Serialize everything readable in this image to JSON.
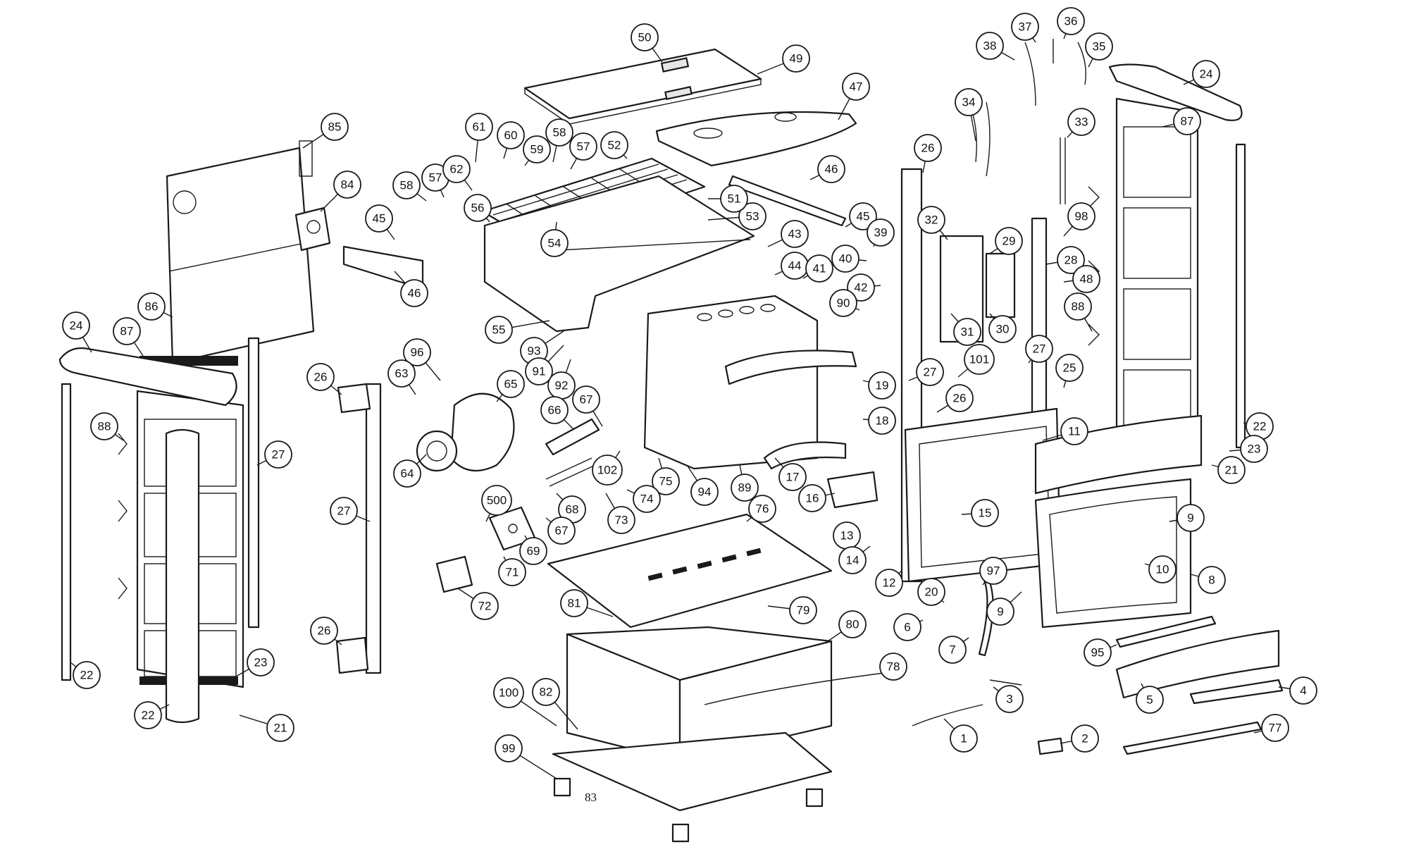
{
  "diagram": {
    "type": "exploded-parts-diagram",
    "callouts": [
      {
        "id": "c50",
        "label": "50"
      },
      {
        "id": "c49",
        "label": "49"
      },
      {
        "id": "c47",
        "label": "47"
      },
      {
        "id": "c85",
        "label": "85"
      },
      {
        "id": "c84",
        "label": "84"
      },
      {
        "id": "c86",
        "label": "86"
      },
      {
        "id": "c24a",
        "label": "24"
      },
      {
        "id": "c87a",
        "label": "87"
      },
      {
        "id": "c88a",
        "label": "88"
      },
      {
        "id": "c27a",
        "label": "27"
      },
      {
        "id": "c22a",
        "label": "22"
      },
      {
        "id": "c22b",
        "label": "22"
      },
      {
        "id": "c23a",
        "label": "23"
      },
      {
        "id": "c21a",
        "label": "21"
      },
      {
        "id": "c26a",
        "label": "26"
      },
      {
        "id": "c27b",
        "label": "27"
      },
      {
        "id": "c26b",
        "label": "26"
      },
      {
        "id": "c45a",
        "label": "45"
      },
      {
        "id": "c46a",
        "label": "46"
      },
      {
        "id": "c58a",
        "label": "58"
      },
      {
        "id": "c57a",
        "label": "57"
      },
      {
        "id": "c62",
        "label": "62"
      },
      {
        "id": "c61",
        "label": "61"
      },
      {
        "id": "c60",
        "label": "60"
      },
      {
        "id": "c59",
        "label": "59"
      },
      {
        "id": "c58b",
        "label": "58"
      },
      {
        "id": "c57b",
        "label": "57"
      },
      {
        "id": "c52",
        "label": "52"
      },
      {
        "id": "c56",
        "label": "56"
      },
      {
        "id": "c54",
        "label": "54"
      },
      {
        "id": "c53",
        "label": "53"
      },
      {
        "id": "c51",
        "label": "51"
      },
      {
        "id": "c46b",
        "label": "46"
      },
      {
        "id": "c45b",
        "label": "45"
      },
      {
        "id": "c43",
        "label": "43"
      },
      {
        "id": "c44",
        "label": "44"
      },
      {
        "id": "c41",
        "label": "41"
      },
      {
        "id": "c40",
        "label": "40"
      },
      {
        "id": "c39",
        "label": "39"
      },
      {
        "id": "c42",
        "label": "42"
      },
      {
        "id": "c90",
        "label": "90"
      },
      {
        "id": "c55",
        "label": "55"
      },
      {
        "id": "c93",
        "label": "93"
      },
      {
        "id": "c91",
        "label": "91"
      },
      {
        "id": "c92",
        "label": "92"
      },
      {
        "id": "c96",
        "label": "96"
      },
      {
        "id": "c63",
        "label": "63"
      },
      {
        "id": "c65",
        "label": "65"
      },
      {
        "id": "c67a",
        "label": "67"
      },
      {
        "id": "c66",
        "label": "66"
      },
      {
        "id": "c64",
        "label": "64"
      },
      {
        "id": "c102",
        "label": "102"
      },
      {
        "id": "c75",
        "label": "75"
      },
      {
        "id": "c94",
        "label": "94"
      },
      {
        "id": "c89",
        "label": "89"
      },
      {
        "id": "c17",
        "label": "17"
      },
      {
        "id": "c500",
        "label": "500"
      },
      {
        "id": "c68",
        "label": "68"
      },
      {
        "id": "c74",
        "label": "74"
      },
      {
        "id": "c73",
        "label": "73"
      },
      {
        "id": "c67b",
        "label": "67"
      },
      {
        "id": "c69",
        "label": "69"
      },
      {
        "id": "c71",
        "label": "71"
      },
      {
        "id": "c72",
        "label": "72"
      },
      {
        "id": "c76",
        "label": "76"
      },
      {
        "id": "c81",
        "label": "81"
      },
      {
        "id": "c79",
        "label": "79"
      },
      {
        "id": "c80",
        "label": "80"
      },
      {
        "id": "c78",
        "label": "78"
      },
      {
        "id": "c100",
        "label": "100"
      },
      {
        "id": "c82",
        "label": "82"
      },
      {
        "id": "c99",
        "label": "99"
      },
      {
        "id": "c34",
        "label": "34"
      },
      {
        "id": "c38",
        "label": "38"
      },
      {
        "id": "c37",
        "label": "37"
      },
      {
        "id": "c36",
        "label": "36"
      },
      {
        "id": "c35",
        "label": "35"
      },
      {
        "id": "c33",
        "label": "33"
      },
      {
        "id": "c26c",
        "label": "26"
      },
      {
        "id": "c32",
        "label": "32"
      },
      {
        "id": "c29",
        "label": "29"
      },
      {
        "id": "c98",
        "label": "98"
      },
      {
        "id": "c28",
        "label": "28"
      },
      {
        "id": "c48",
        "label": "48"
      },
      {
        "id": "c31",
        "label": "31"
      },
      {
        "id": "c30",
        "label": "30"
      },
      {
        "id": "c88b",
        "label": "88"
      },
      {
        "id": "c27c",
        "label": "27"
      },
      {
        "id": "c101",
        "label": "101"
      },
      {
        "id": "c27d",
        "label": "27"
      },
      {
        "id": "c25",
        "label": "25"
      },
      {
        "id": "c19",
        "label": "19"
      },
      {
        "id": "c26d",
        "label": "26"
      },
      {
        "id": "c18",
        "label": "18"
      },
      {
        "id": "c11",
        "label": "11"
      },
      {
        "id": "c16",
        "label": "16"
      },
      {
        "id": "c15",
        "label": "15"
      },
      {
        "id": "c13",
        "label": "13"
      },
      {
        "id": "c14",
        "label": "14"
      },
      {
        "id": "c12",
        "label": "12"
      },
      {
        "id": "c24b",
        "label": "24"
      },
      {
        "id": "c87b",
        "label": "87"
      },
      {
        "id": "c22c",
        "label": "22"
      },
      {
        "id": "c23b",
        "label": "23"
      },
      {
        "id": "c21b",
        "label": "21"
      },
      {
        "id": "c9a",
        "label": "9"
      },
      {
        "id": "c10",
        "label": "10"
      },
      {
        "id": "c8",
        "label": "8"
      },
      {
        "id": "c9b",
        "label": "9"
      },
      {
        "id": "c20",
        "label": "20"
      },
      {
        "id": "c97",
        "label": "97"
      },
      {
        "id": "c6",
        "label": "6"
      },
      {
        "id": "c7",
        "label": "7"
      },
      {
        "id": "c3",
        "label": "3"
      },
      {
        "id": "c1",
        "label": "1"
      },
      {
        "id": "c2",
        "label": "2"
      },
      {
        "id": "c95",
        "label": "95"
      },
      {
        "id": "c5",
        "label": "5"
      },
      {
        "id": "c4",
        "label": "4"
      },
      {
        "id": "c77",
        "label": "77"
      }
    ],
    "plain_labels": {
      "base_plate": "83"
    }
  }
}
